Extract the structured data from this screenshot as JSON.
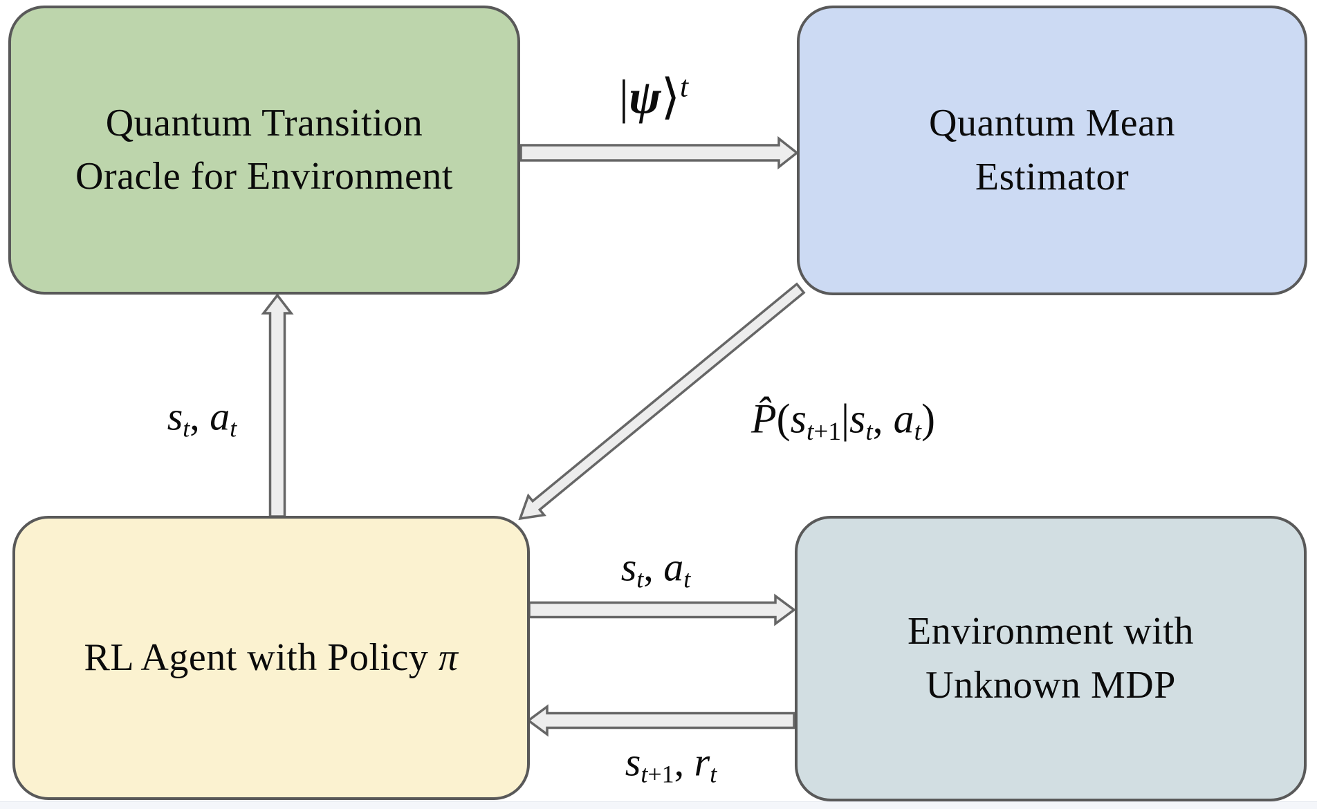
{
  "colors": {
    "oracle_fill": "#bdd5ac",
    "estimator_fill": "#ccdaf3",
    "agent_fill": "#fbf2d0",
    "environment_fill": "#d2dee2",
    "box_border": "#595959",
    "arrow_fill": "#ededed",
    "arrow_stroke": "#666666",
    "text": "#0b0b0b",
    "strip": "#f4f6fa"
  },
  "boxes": {
    "oracle": {
      "lines": [
        [
          {
            "t": "Quantum Transition"
          }
        ],
        [
          {
            "t": "Oracle for Environment"
          }
        ]
      ]
    },
    "estimator": {
      "lines": [
        [
          {
            "t": "Quantum Mean"
          }
        ],
        [
          {
            "t": "Estimator"
          }
        ]
      ]
    },
    "agent": {
      "lines": [
        [
          {
            "t": "RL Agent with Policy "
          },
          {
            "t": "π",
            "s": "i"
          }
        ]
      ]
    },
    "environment": {
      "lines": [
        [
          {
            "t": "Environment with"
          }
        ],
        [
          {
            "t": "Unknown MDP"
          }
        ]
      ]
    }
  },
  "edges": {
    "psi_state": {
      "label": [
        {
          "t": "|"
        },
        {
          "t": "ψ",
          "s": "bi"
        },
        {
          "t": "⟩"
        },
        {
          "t": "t",
          "s": "isup"
        }
      ]
    },
    "st_at_to_oracle": {
      "label": [
        {
          "t": "s",
          "s": "i"
        },
        {
          "t": "t",
          "s": "isub"
        },
        {
          "t": ", "
        },
        {
          "t": "a",
          "s": "i"
        },
        {
          "t": "t",
          "s": "isub"
        }
      ]
    },
    "phat_estimate": {
      "label": [
        {
          "t": "P̂",
          "s": "i"
        },
        {
          "t": "("
        },
        {
          "t": "s",
          "s": "i"
        },
        {
          "t": "t",
          "s": "isub"
        },
        {
          "t": "+1",
          "s": "sub"
        },
        {
          "t": "|"
        },
        {
          "t": "s",
          "s": "i"
        },
        {
          "t": "t",
          "s": "isub"
        },
        {
          "t": ", "
        },
        {
          "t": "a",
          "s": "i"
        },
        {
          "t": "t",
          "s": "isub"
        },
        {
          "t": ")"
        }
      ]
    },
    "st_at_to_environment": {
      "label": [
        {
          "t": "s",
          "s": "i"
        },
        {
          "t": "t",
          "s": "isub"
        },
        {
          "t": ", "
        },
        {
          "t": "a",
          "s": "i"
        },
        {
          "t": "t",
          "s": "isub"
        }
      ]
    },
    "st1_rt_return": {
      "label": [
        {
          "t": "s",
          "s": "i"
        },
        {
          "t": "t",
          "s": "isub"
        },
        {
          "t": "+1",
          "s": "sub"
        },
        {
          "t": ", "
        },
        {
          "t": "r",
          "s": "i"
        },
        {
          "t": "t",
          "s": "isub"
        }
      ]
    }
  }
}
